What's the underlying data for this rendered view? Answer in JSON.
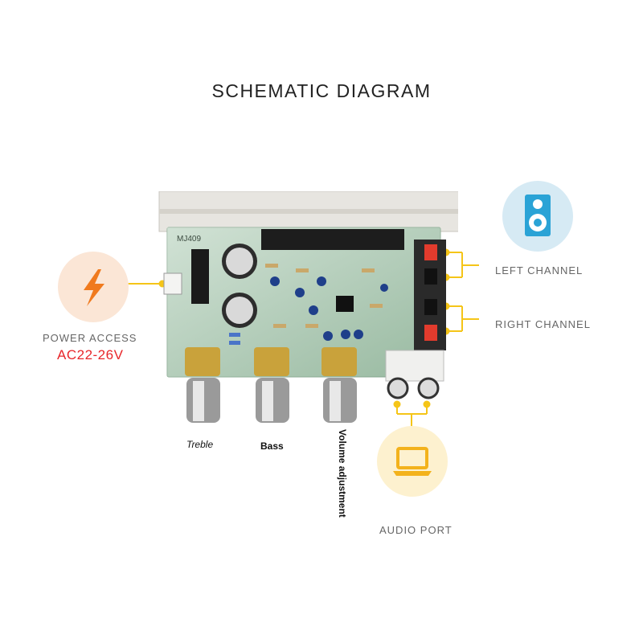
{
  "title": "SCHEMATIC DIAGRAM",
  "labels": {
    "power_access": "POWER ACCESS",
    "power_voltage": "AC22-26V",
    "left_channel": "LEFT CHANNEL",
    "right_channel": "RIGHT CHANNEL",
    "audio_port": "AUDIO PORT"
  },
  "knobs": {
    "treble": "Treble",
    "bass": "Bass",
    "volume": "Volume adjustment"
  },
  "board_marking": "MJ409",
  "colors": {
    "accent_line": "#f5c518",
    "power_circle": "#fbe6d6",
    "power_icon": "#f07a1e",
    "speaker_circle": "#d6eaf4",
    "speaker_icon": "#2aa3d6",
    "laptop_circle": "#fdf1cf",
    "laptop_icon": "#f3b21c",
    "voltage_text": "#e8262a"
  },
  "icons": {
    "power": "lightning-icon",
    "speaker": "speaker-icon",
    "audio": "laptop-icon"
  }
}
